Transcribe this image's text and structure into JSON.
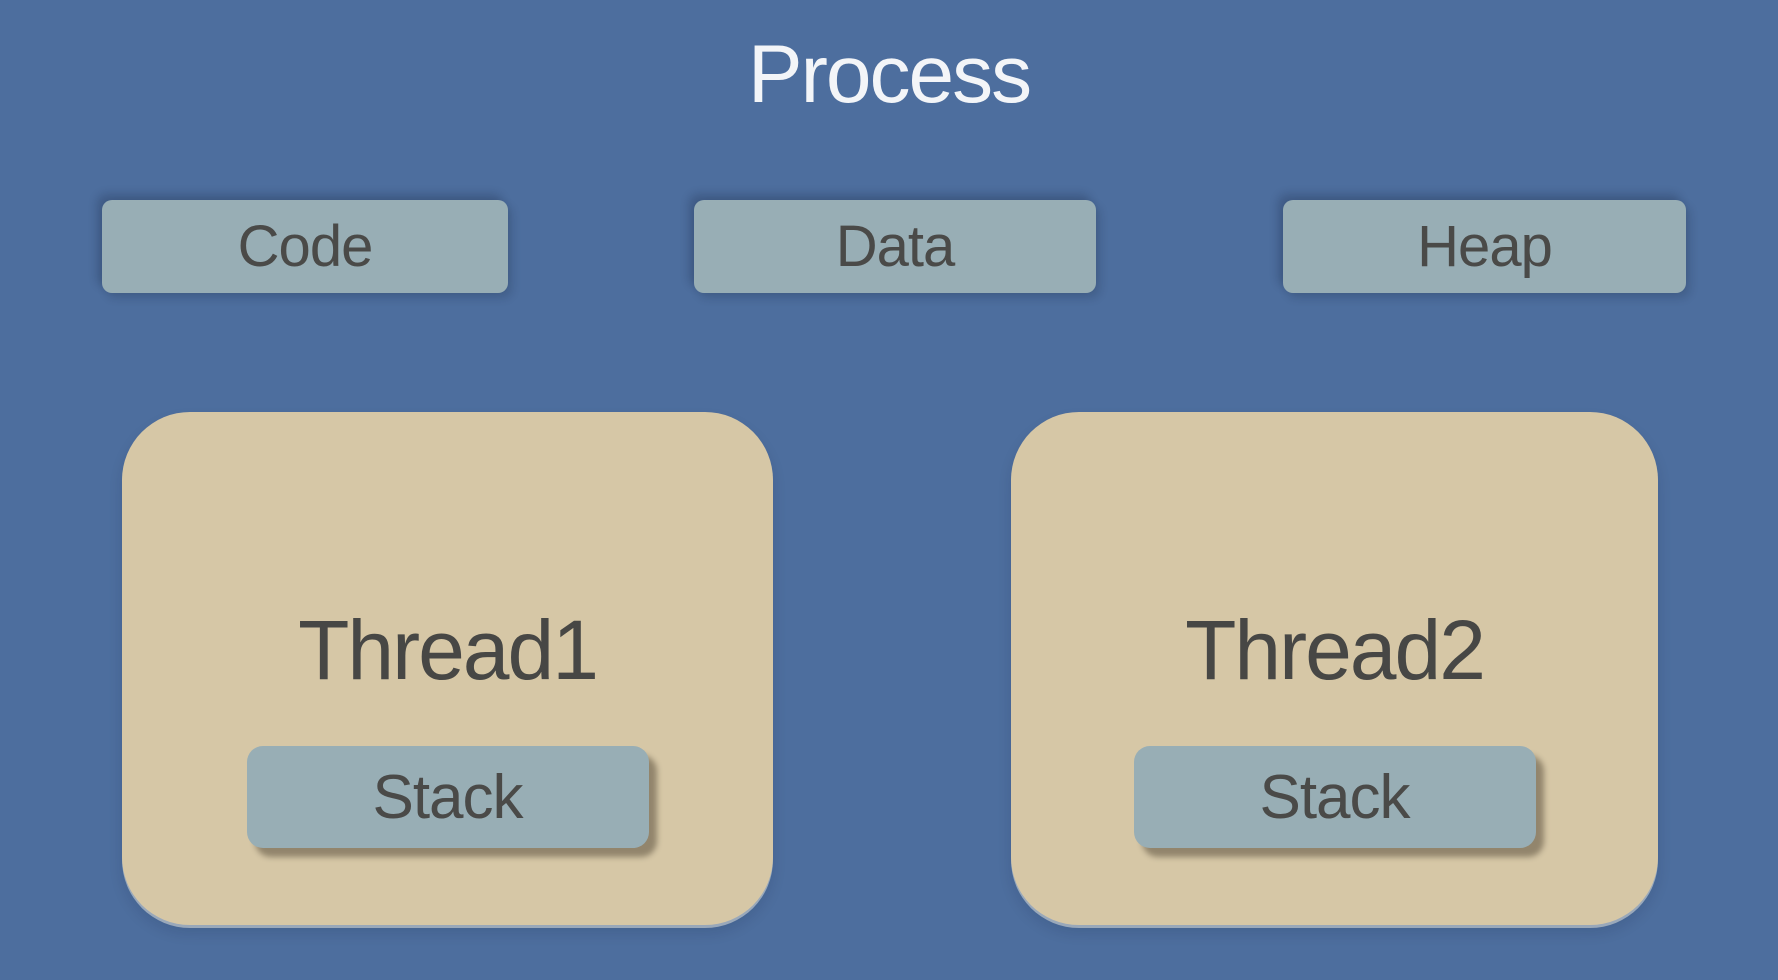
{
  "diagram": {
    "title": "Process",
    "segments": [
      {
        "label": "Code"
      },
      {
        "label": "Data"
      },
      {
        "label": "Heap"
      }
    ],
    "threads": [
      {
        "label": "Thread1",
        "stack_label": "Stack"
      },
      {
        "label": "Thread2",
        "stack_label": "Stack"
      }
    ],
    "colors": {
      "background": "#4d6e9e",
      "segment_fill": "#98aeb5",
      "thread_fill": "#d6c7a6",
      "label_text": "#4a4a48",
      "title_text": "#f3f5f8"
    }
  }
}
